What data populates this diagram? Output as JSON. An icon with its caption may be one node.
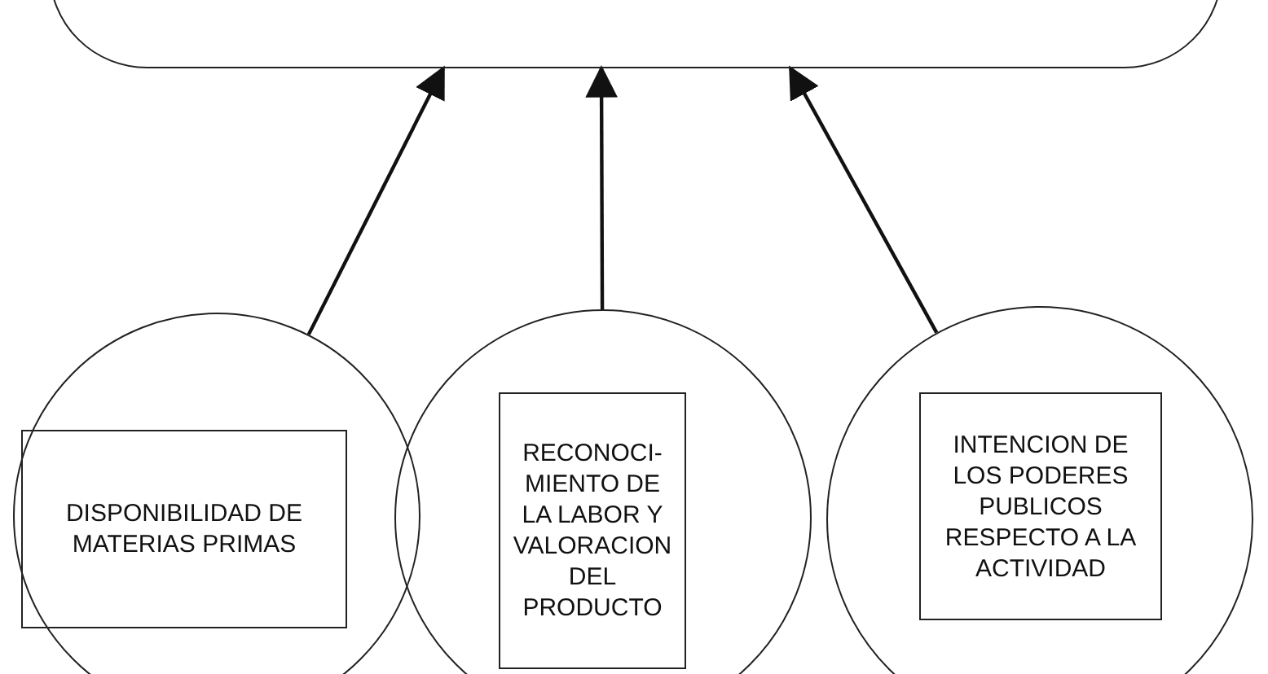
{
  "diagram": {
    "nodes": [
      {
        "text": [],
        "shape": "box"
      },
      {
        "text": [],
        "shape": "circle"
      },
      {
        "text": [
          "DISPONIBILIDAD DE MATERIAS PRIMAS"
        ],
        "in": 1
      },
      {
        "text": [],
        "shape": "circle"
      },
      {
        "text": [
          "RECONOCI- MIENTO DE LA LABOR Y VALORACION DEL PRODUCTO"
        ],
        "in": 3
      },
      {
        "text": [],
        "shape": "circle"
      },
      {
        "text": [
          "INTENCION DE LOS PODERES PUBLICOS RESPECTO A LA ACTIVIDAD"
        ],
        "in": 5
      }
    ],
    "edges": [
      {
        "from": 1,
        "to": 0,
        "arrow": "to"
      },
      {
        "from": 3,
        "to": 0,
        "arrow": "to"
      },
      {
        "from": 5,
        "to": 0,
        "arrow": "to"
      }
    ]
  }
}
